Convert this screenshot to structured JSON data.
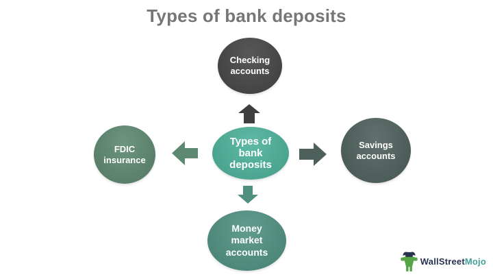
{
  "title": {
    "text": "Types of bank deposits",
    "color": "#767676"
  },
  "diagram": {
    "center": {
      "label": "Types of\nbank\ndeposits",
      "color": "#4CB29A"
    },
    "top": {
      "label": "Checking\naccounts",
      "color": "#454545"
    },
    "right": {
      "label": "Savings\naccounts",
      "color": "#4E605C"
    },
    "bottom": {
      "label": "Money\nmarket\naccounts",
      "color": "#4F9181"
    },
    "left": {
      "label": "FDIC\ninsurance",
      "color": "#5D8871"
    },
    "arrows": {
      "up": {
        "direction": "up",
        "color": "#3F3F3F"
      },
      "right": {
        "direction": "right",
        "color": "#4E605C"
      },
      "down": {
        "direction": "down",
        "color": "#4F9181"
      },
      "left": {
        "direction": "left",
        "color": "#5D8871"
      }
    }
  },
  "logo": {
    "brand_primary": {
      "text": "WallStreet",
      "color": "#26324E"
    },
    "brand_accent": {
      "text": "Mojo",
      "color": "#43A096"
    },
    "icon": "bull-mascot-icon",
    "icon_colors": {
      "body": "#55A546",
      "head": "#26324E"
    }
  }
}
